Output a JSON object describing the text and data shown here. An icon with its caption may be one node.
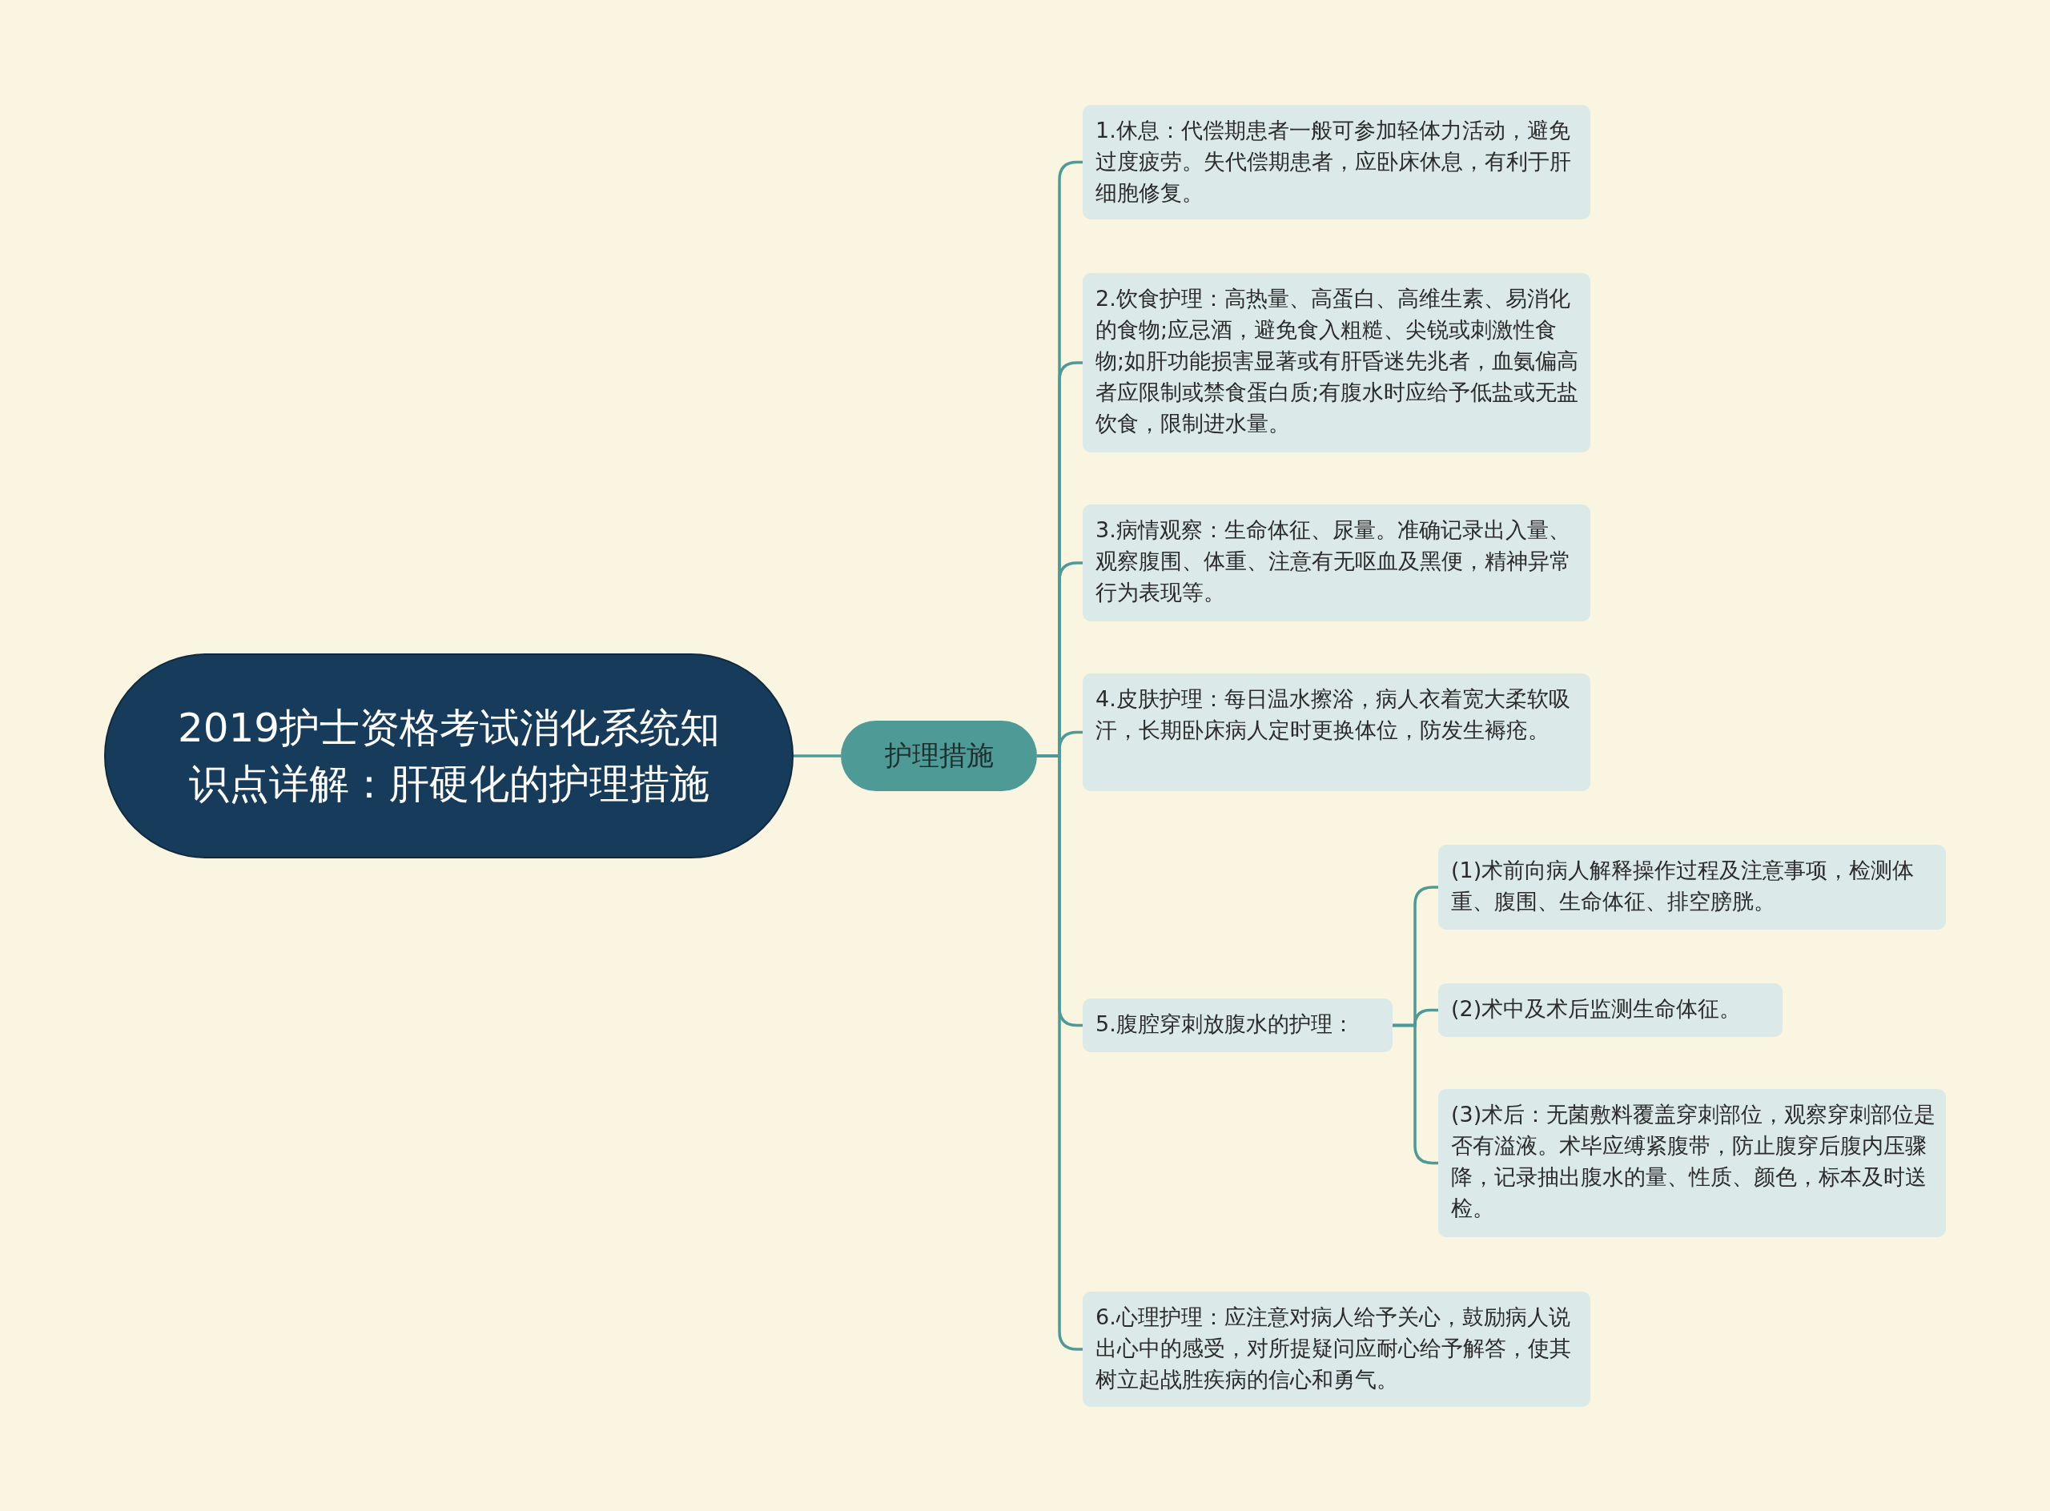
{
  "diagram": {
    "nodes": [
      {
        "text": [
          "2019护士资格考试消化系统知识点详解：肝硬化的护理措施"
        ]
      },
      {
        "text": [
          "护理措施"
        ]
      },
      {
        "text": [
          "1.休息：代偿期患者一般可参加轻体力活动，避免过度疲劳。失代偿期患者，应卧床休息，有利于肝细胞修复。"
        ]
      },
      {
        "text": [
          "2.饮食护理：高热量、高蛋白、高维生素、易消化的食物;应忌酒，避免食入粗糙、尖锐或刺激性食物;如肝功能损害显著或有肝昏迷先兆者，血氨偏高者应限制或禁食蛋白质;有腹水时应给予低盐或无盐饮食，限制进水量。"
        ]
      },
      {
        "text": [
          "3.病情观察：生命体征、尿量。准确记录出入量、观察腹围、体重、注意有无呕血及黑便，精神异常行为表现等。"
        ]
      },
      {
        "text": [
          "4.皮肤护理：每日温水擦浴，病人衣着宽大柔软吸汗，长期卧床病人定时更换体位，防发生褥疮。"
        ]
      },
      {
        "text": [
          "5.腹腔穿刺放腹水的护理："
        ]
      },
      {
        "text": [
          "(1)术前向病人解释操作过程及注意事项，检测体重、腹围、生命体征、排空膀胱。"
        ]
      },
      {
        "text": [
          "(2)术中及术后监测生命体征。"
        ]
      },
      {
        "text": [
          "(3)术后：无菌敷料覆盖穿刺部位，观察穿刺部位是否有溢液。术毕应缚紧腹带，防止腹穿后腹内压骤降，记录抽出腹水的量、性质、颜色，标本及时送检。"
        ]
      },
      {
        "text": [
          "6.心理护理：应注意对病人给予关心，鼓励病人说出心中的感受，对所提疑问应耐心给予解答，使其树立起战胜疾病的信心和勇气。"
        ]
      }
    ],
    "edges": [
      {
        "from": 0,
        "to": 1,
        "arrow": "none"
      },
      {
        "from": 1,
        "to": 2,
        "arrow": "none"
      },
      {
        "from": 1,
        "to": 3,
        "arrow": "none"
      },
      {
        "from": 1,
        "to": 4,
        "arrow": "none"
      },
      {
        "from": 1,
        "to": 5,
        "arrow": "none"
      },
      {
        "from": 1,
        "to": 6,
        "arrow": "none"
      },
      {
        "from": 1,
        "to": 10,
        "arrow": "none"
      },
      {
        "from": 6,
        "to": 7,
        "arrow": "none"
      },
      {
        "from": 6,
        "to": 8,
        "arrow": "none"
      },
      {
        "from": 6,
        "to": 9,
        "arrow": "none"
      }
    ]
  }
}
